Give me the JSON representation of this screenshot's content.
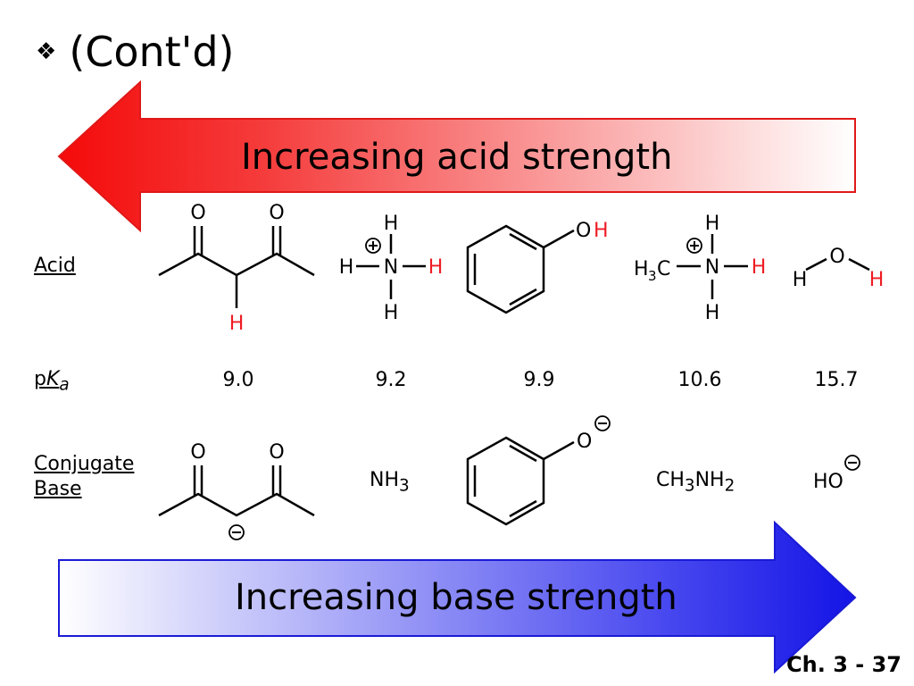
{
  "slide": {
    "bullet": "❖",
    "title": "(Cont'd)",
    "footer": "Ch. 3 - 37"
  },
  "arrows": {
    "acid": {
      "label": "Increasing acid strength",
      "color": "#ee1c24"
    },
    "base": {
      "label": "Increasing base strength",
      "color": "#1f1fe8"
    }
  },
  "row_labels": {
    "acid": "Acid",
    "pka_p": "p",
    "pka_K": "K",
    "pka_a": "a",
    "conjugate_line1": "Conjugate",
    "conjugate_line2": "Base"
  },
  "atoms": {
    "O": "O",
    "H": "H",
    "N": "N",
    "C": "C",
    "three": "3"
  },
  "acids": [
    {
      "name": "pentane-2,4-dione",
      "pka": "9.0"
    },
    {
      "name": "ammonium",
      "pka": "9.2"
    },
    {
      "name": "phenol",
      "pka": "9.9"
    },
    {
      "name": "methylammonium",
      "pka": "10.6"
    },
    {
      "name": "water",
      "pka": "15.7"
    }
  ],
  "bases": {
    "nh3": {
      "main": "NH",
      "sub": "3"
    },
    "ch3nh2": {
      "p1": "CH",
      "s1": "3",
      "p2": "NH",
      "s2": "2"
    },
    "ho": {
      "main": "HO"
    }
  },
  "colors": {
    "acidic_h": "#ee1c24",
    "text": "#000000"
  }
}
